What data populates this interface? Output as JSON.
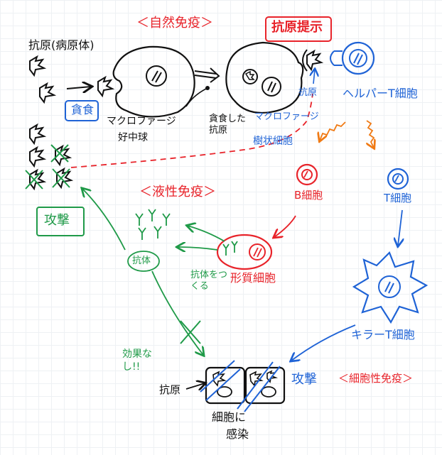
{
  "colors": {
    "ink": "#111111",
    "red": "#e8232a",
    "green": "#1f9a48",
    "blue": "#1f63d6",
    "orange": "#f07a14"
  },
  "innate_title": "＜自然免疫＞",
  "antigen_presentation": "抗原提示",
  "antigen_pathogen": "抗原(病原体)",
  "phagocytosis": "貪食",
  "macrophage": "マクロファージ",
  "neutrophil": "好中球",
  "digested_antigen": "貪食した抗原",
  "antigen_short": "抗原",
  "macrophage_2": "マクロファージ",
  "dendritic_cell": "樹状細胞",
  "helper_t": "ヘルパーT細胞",
  "b_cell": "B細胞",
  "t_cell": "T細胞",
  "humoral_title": "＜液性免疫＞",
  "attack_1": "攻撃",
  "antibody": "抗体",
  "make_antibody": "抗体をつくる",
  "plasma_cell": "形質細胞",
  "killer_t": "キラーT細胞",
  "no_effect": "効果なし!!",
  "antigen_bottom": "抗原",
  "attack_2": "攻撃",
  "cellular_title": "＜細胞性免疫＞",
  "cell_die_1": "細胞に",
  "cell_die_2": "感染"
}
